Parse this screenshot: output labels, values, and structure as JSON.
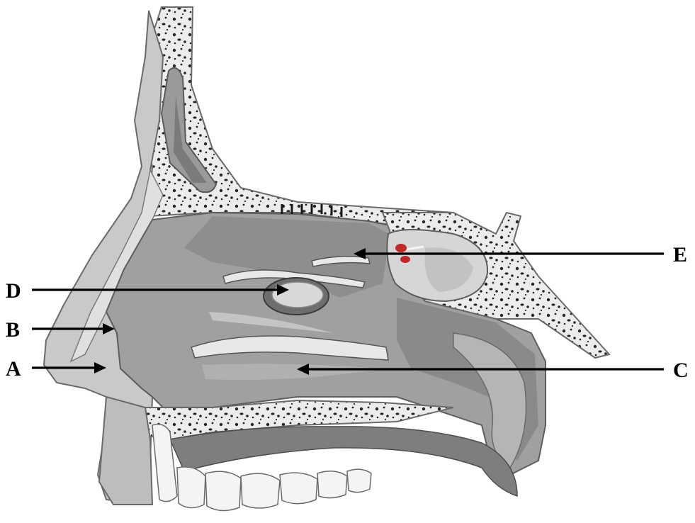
{
  "labels": {
    "A": "A",
    "B": "B",
    "C": "C",
    "D": "D",
    "E": "E"
  },
  "colors": {
    "bone": "#ececec",
    "bone_outline": "#6a6a6a",
    "spongy_dots": "#2a2520",
    "cavity_dark": "#8c8c8c",
    "cavity_mid": "#a4a4a4",
    "cavity_light": "#bcbcbc",
    "soft_tissue": "#cfcfcf",
    "teeth": "#f4f4f4",
    "sinus_red": "#c0282c",
    "arrow": "#000000"
  }
}
